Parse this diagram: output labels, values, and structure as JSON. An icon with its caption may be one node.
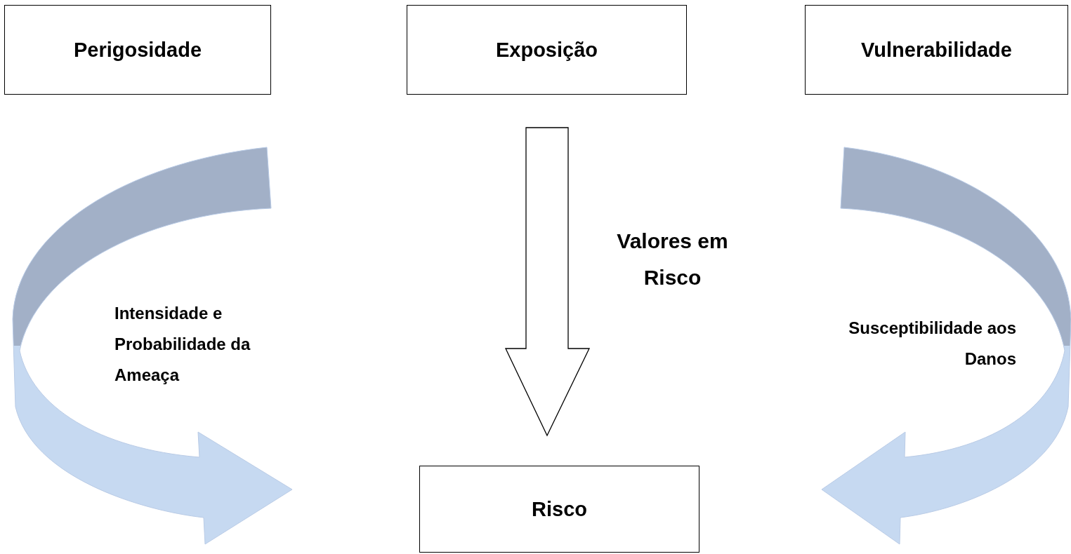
{
  "diagram": {
    "nodes": [
      {
        "text": [
          "Perigosidade"
        ]
      },
      {
        "text": [
          "Exposição"
        ]
      },
      {
        "text": [
          "Vulnerabilidade"
        ]
      },
      {
        "text": [
          "Risco"
        ]
      }
    ],
    "edges": [
      {
        "from": 0,
        "to": 3,
        "arrow": "to",
        "label": "Intensidade e Probabilidade da Ameaça"
      },
      {
        "from": 1,
        "to": 3,
        "arrow": "to",
        "label": "Valores em Risco"
      },
      {
        "from": 2,
        "to": 3,
        "arrow": "to",
        "label": "Susceptibilidade aos Danos"
      }
    ]
  }
}
